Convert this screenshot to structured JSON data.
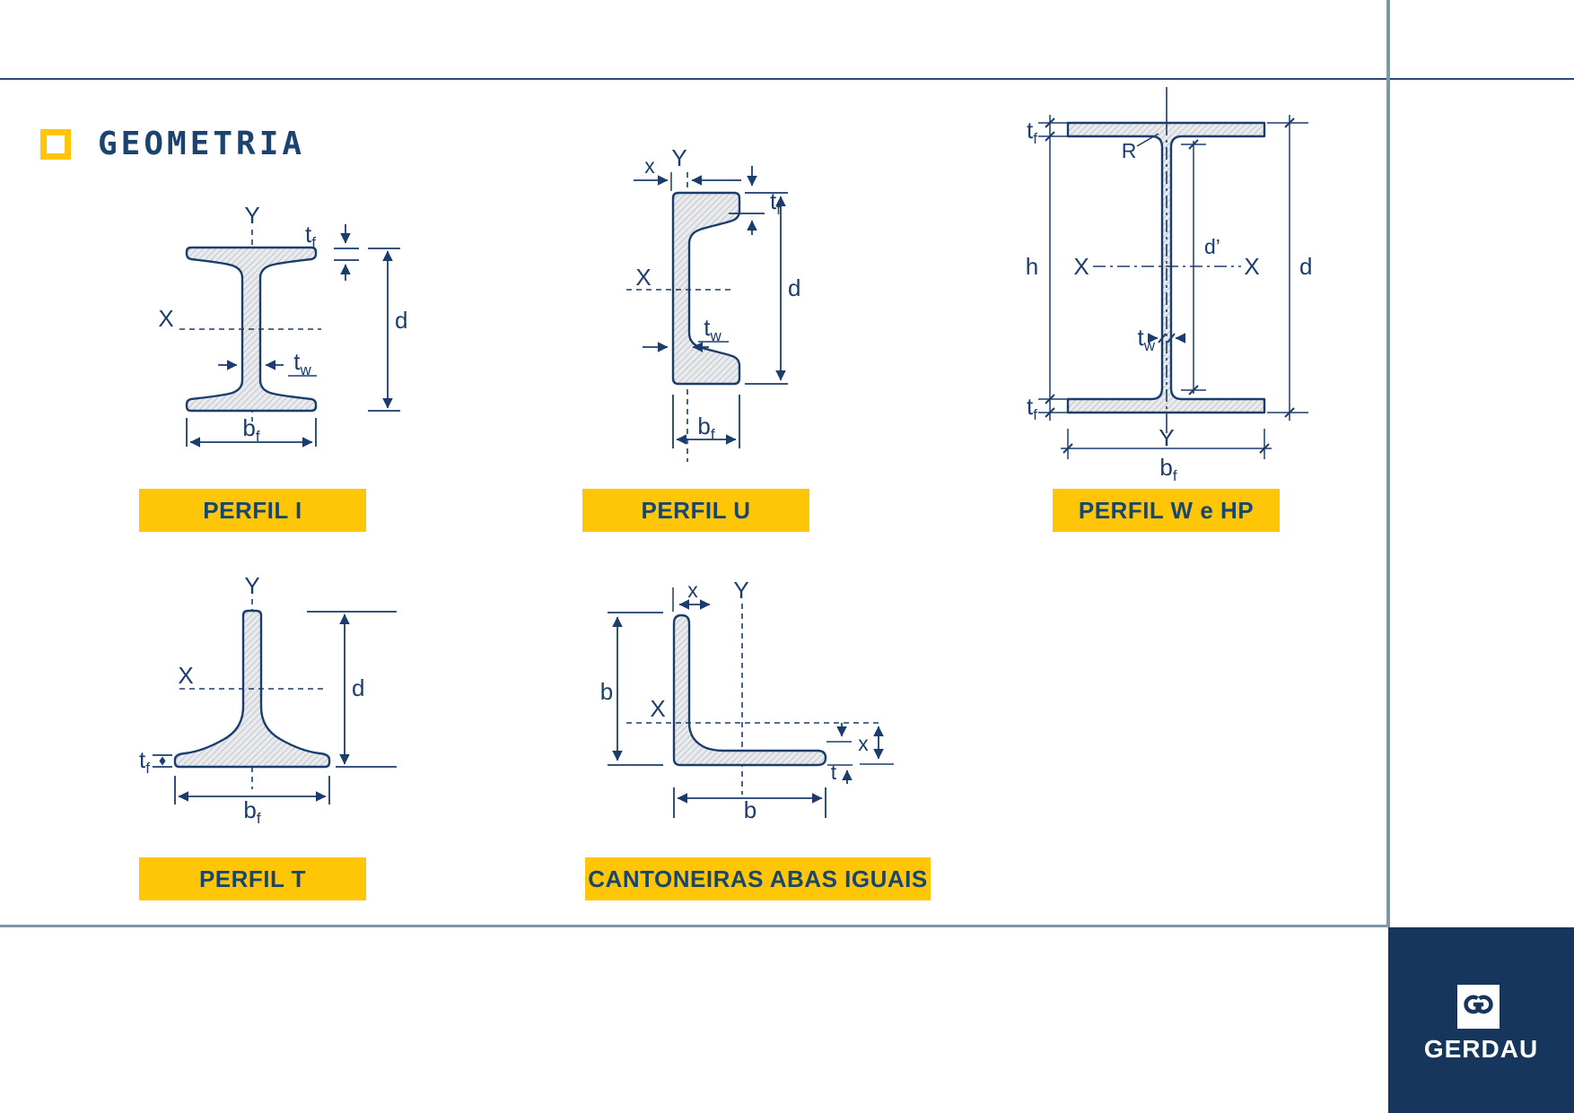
{
  "header": {
    "title": "GEOMETRIA"
  },
  "footer": {
    "brand": "GERDAU"
  },
  "colors": {
    "accent_yellow": "#FFC607",
    "line_navy": "#1B3D6D",
    "slate_rule": "#7F96AA",
    "footer_navy": "#16365E"
  },
  "diagrams": {
    "perfil_i": {
      "banner": "PERFIL I",
      "axis_y": "Y",
      "axis_x": "X",
      "depth": "d",
      "tf": {
        "main": "t",
        "sub": "f"
      },
      "tw": {
        "main": "t",
        "sub": "w"
      },
      "bf": {
        "main": "b",
        "sub": "f"
      }
    },
    "perfil_u": {
      "banner": "PERFIL U",
      "centroid_x": "x",
      "axis_y": "Y",
      "axis_x": "X",
      "depth": "d",
      "tf": {
        "main": "t",
        "sub": "f"
      },
      "tw": {
        "main": "t",
        "sub": "w"
      },
      "bf": {
        "main": "b",
        "sub": "f"
      }
    },
    "perfil_w": {
      "banner": "PERFIL W e HP",
      "radius": "R",
      "height": "h",
      "axis_x_left": "X",
      "axis_x_right": "X",
      "inner_depth": "d’",
      "depth": "d",
      "axis_y": "Y",
      "tf_top": {
        "main": "t",
        "sub": "f"
      },
      "tf_bottom": {
        "main": "t",
        "sub": "f"
      },
      "tw": {
        "main": "t",
        "sub": "w"
      },
      "bf": {
        "main": "b",
        "sub": "f"
      }
    },
    "perfil_t": {
      "banner": "PERFIL T",
      "axis_y": "Y",
      "axis_x": "X",
      "depth": "d",
      "tf": {
        "main": "t",
        "sub": "f"
      },
      "bf": {
        "main": "b",
        "sub": "f"
      }
    },
    "cantoneiras": {
      "banner": "CANTONEIRAS ABAS IGUAIS",
      "centroid_x_top": "x",
      "axis_y": "Y",
      "leg_left": "b",
      "axis_x": "X",
      "centroid_x_right": "x",
      "thickness": "t",
      "leg_bottom": "b"
    }
  }
}
